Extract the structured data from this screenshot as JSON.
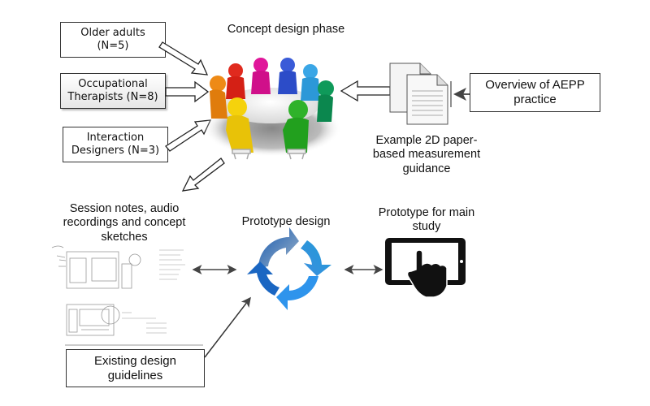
{
  "diagram": {
    "title": "Concept design phase",
    "participants": [
      {
        "line1": "Older adults",
        "line2": "(N=5)"
      },
      {
        "line1": "Occupational",
        "line2": "Therapists (N=8)"
      },
      {
        "line1": "Interaction",
        "line2": "Designers (N=3)"
      }
    ],
    "aepp_box": {
      "line1": "Overview of AEPP",
      "line2": "practice"
    },
    "paper_guidance": {
      "line1": "Example 2D paper-",
      "line2": "based measurement",
      "line3": "guidance"
    },
    "session_notes": {
      "line1": "Session notes, audio",
      "line2": "recordings and concept",
      "line3": "sketches"
    },
    "prototype_design": "Prototype design",
    "prototype_main": {
      "line1": "Prototype for main",
      "line2": "study"
    },
    "guidelines_box": {
      "line1": "Existing design",
      "line2": "guidelines"
    },
    "icons": {
      "meeting": "round-table-meeting-icon",
      "documents": "documents-icon",
      "cycle": "cycle-arrows-icon",
      "tablet": "tablet-touch-icon",
      "sketches": "concept-sketches-image"
    },
    "colors": {
      "cycle_dark": "#1a5fb4",
      "cycle_light": "#3aa0e8",
      "box_border": "#333333"
    }
  }
}
